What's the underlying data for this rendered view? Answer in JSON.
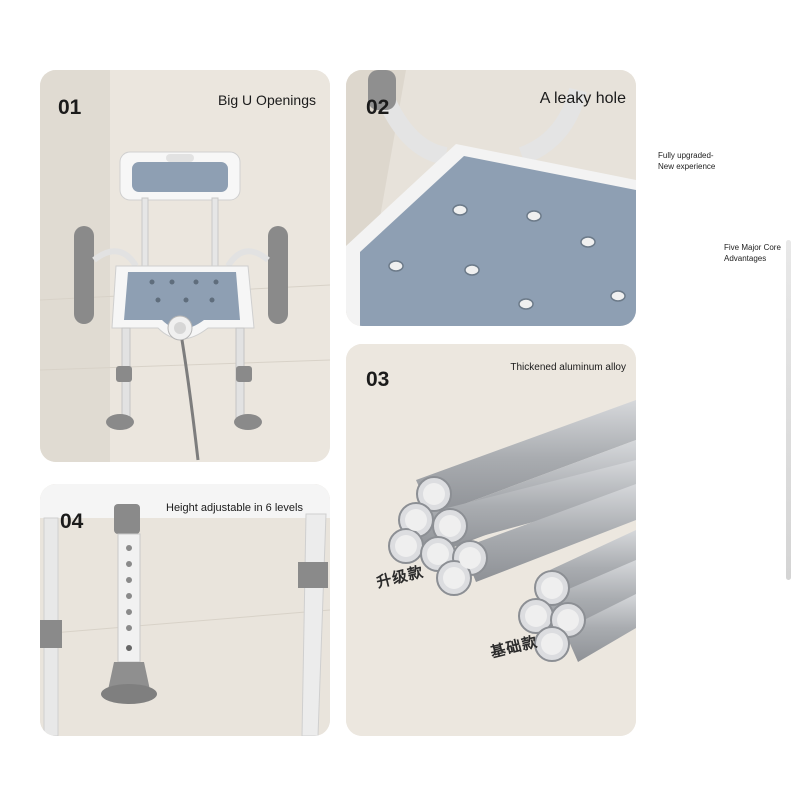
{
  "panels": [
    {
      "number": "01",
      "caption": "Big U Openings"
    },
    {
      "number": "02",
      "caption": "A leaky hole"
    },
    {
      "number": "03",
      "caption": "Thickened aluminum alloy",
      "stamp_top": "升级款",
      "stamp_bottom": "基础款"
    },
    {
      "number": "04",
      "caption": "Height adjustable in 6 levels"
    }
  ],
  "side_notes": {
    "upgrade_line1": "Fully upgraded-",
    "upgrade_line2": "New experience",
    "advantages_line1": "Five Major Core",
    "advantages_line2": "Advantages"
  },
  "colors": {
    "panel_bg": "#e9e4dc",
    "seat_blue": "#8e9fb3",
    "frame_white": "#f5f5f5",
    "rubber_gray": "#8a8a8a",
    "tube_silver": "#b9bcc0"
  }
}
